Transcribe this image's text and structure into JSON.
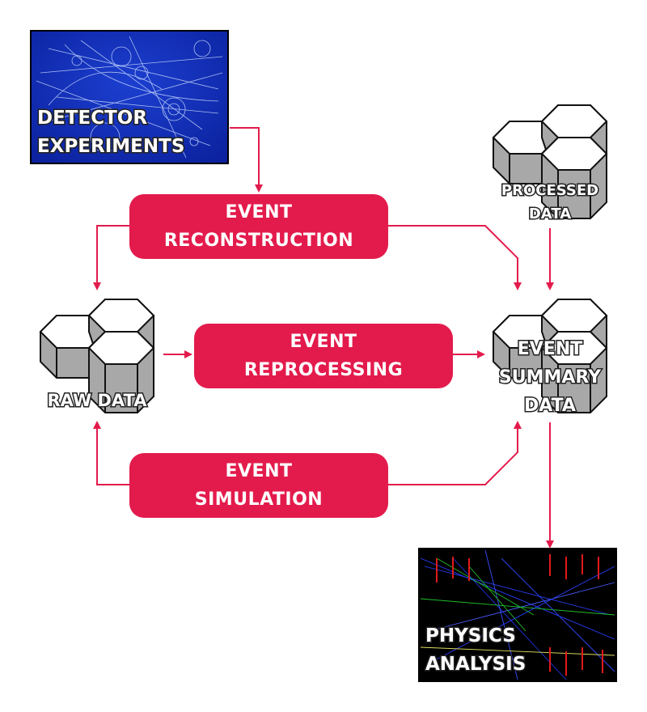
{
  "colors": {
    "accent": "#e31b4c",
    "cylinder": "#a8a8a8"
  },
  "nodes": {
    "detector": {
      "line1": "DETECTOR",
      "line2": "EXPERIMENTS"
    },
    "reconstruction": {
      "line1": "EVENT",
      "line2": "RECONSTRUCTION"
    },
    "reprocessing": {
      "line1": "EVENT",
      "line2": "REPROCESSING"
    },
    "simulation": {
      "line1": "EVENT",
      "line2": "SIMULATION"
    },
    "raw_data": {
      "label": "RAW DATA"
    },
    "processed_data": {
      "line1": "PROCESSED",
      "line2": "DATA"
    },
    "event_summary": {
      "line1": "EVENT",
      "line2": "SUMMARY",
      "line3": "DATA"
    },
    "physics": {
      "line1": "PHYSICS",
      "line2": "ANALYSIS"
    }
  }
}
